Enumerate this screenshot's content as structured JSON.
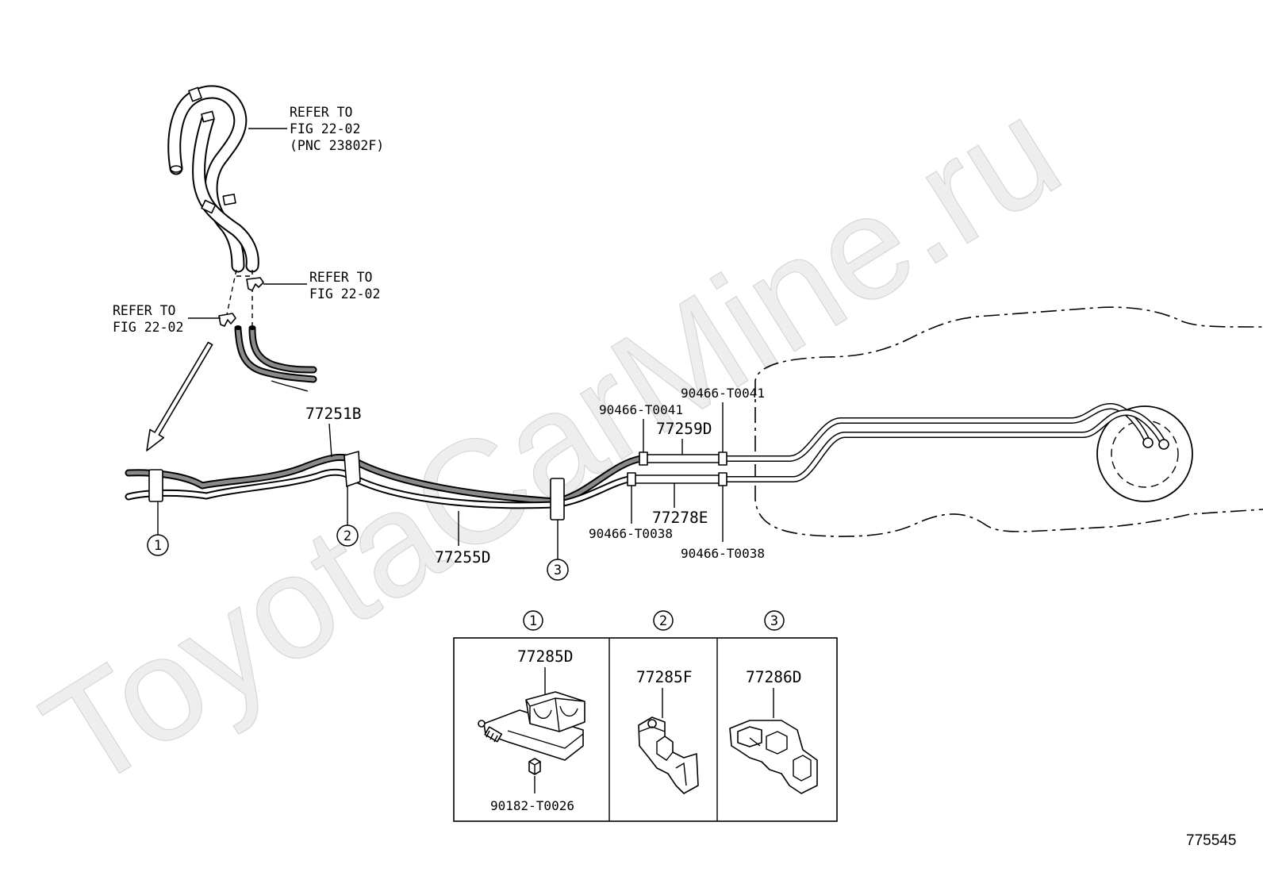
{
  "watermark": "ToyotaCarMine.ru",
  "references": [
    {
      "line1": "REFER TO",
      "line2": "FIG 22-02",
      "line3": "(PNC 23802F)"
    },
    {
      "line1": "REFER TO",
      "line2": "FIG 22-02"
    },
    {
      "line1": "REFER TO",
      "line2": "FIG 22-02"
    }
  ],
  "parts": {
    "tube_main_upper": "77251B",
    "tube_main_lower": "77255D",
    "tube_rear_upper": "77259D",
    "tube_rear_lower": "77278E",
    "clamp_upper_left": "90466-T0041",
    "clamp_upper_right": "90466-T0041",
    "clamp_lower_left": "90466-T0038",
    "clamp_lower_right": "90466-T0038"
  },
  "callouts": [
    "1",
    "2",
    "3"
  ],
  "detail_table": [
    {
      "callout": "1",
      "parts": [
        "77285D",
        "90182-T0026"
      ]
    },
    {
      "callout": "2",
      "parts": [
        "77285F"
      ]
    },
    {
      "callout": "3",
      "parts": [
        "77286D"
      ]
    }
  ],
  "diagram_id": "775545"
}
